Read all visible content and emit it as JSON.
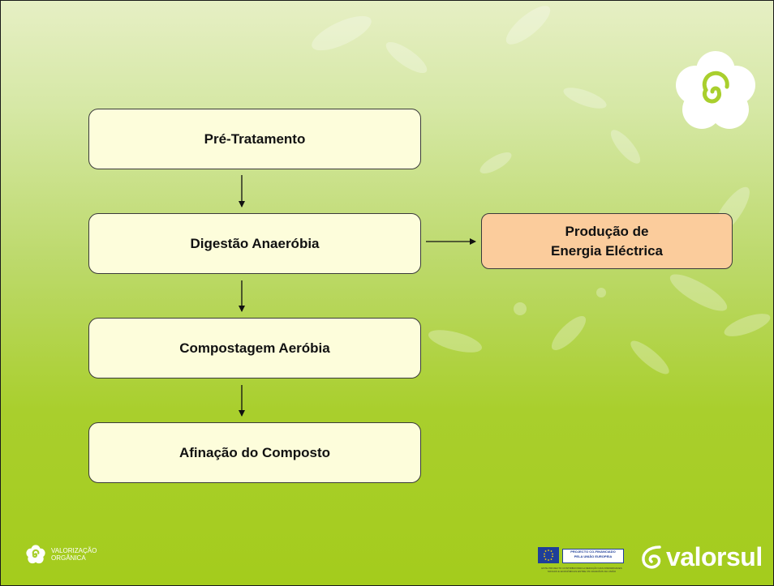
{
  "diagram": {
    "steps": [
      {
        "label": "Pré-Tratamento"
      },
      {
        "label": "Digestão Anaeróbia"
      },
      {
        "label": "Compostagem Aeróbia"
      },
      {
        "label": "Afinação do Composto"
      }
    ],
    "side_output": {
      "line1": "Produção de",
      "line2": "Energia Eléctrica"
    }
  },
  "footer": {
    "left_logo_line1": "VALORIZAÇÃO",
    "left_logo_line2": "ORGÂNICA",
    "eu_line1": "PROJECTO CO-FINANCIADO",
    "eu_line2": "PELA UNIÃO EUROPEIA",
    "eu_small1": "ESTE PROJECTO CONTRIBUI PARA A REDUÇÃO DAS DISPARIDADES",
    "eu_small2": "SOCIAIS E ECONÓMICAS ENTRE OS CIDADÃOS DA UNIÃO",
    "brand": "valorsul"
  },
  "colors": {
    "box_fill": "#fdfddb",
    "highlight_fill": "#fbcc9c",
    "background_bottom": "#a4cc1c",
    "background_top": "#e6efc4"
  },
  "icons": [
    "flower-spiral-icon",
    "eu-flag-icon",
    "valorsul-swirl-icon"
  ]
}
